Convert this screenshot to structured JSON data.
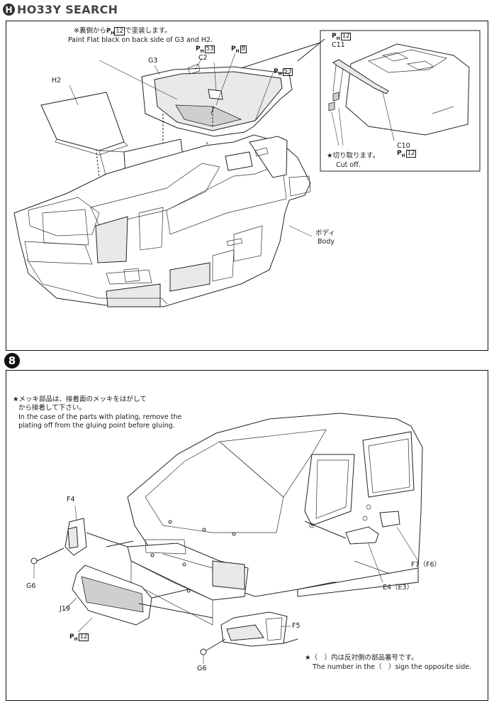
{
  "watermark": {
    "logo_letter": "H",
    "text": "HO33Y SEARCH"
  },
  "step7": {
    "paint_note_jp": "※裏側から",
    "paint_note_jp2": "で塗装します。",
    "paint_note_jp_code": "12",
    "paint_note_en": "Paint Flat black on back side of G3 and H2.",
    "labels": {
      "g3": "G3",
      "h2": "H2",
      "c2": "C2",
      "c11": "C11",
      "c10": "C10",
      "body_jp": "ボディ",
      "body_en": "Body"
    },
    "paint_codes": {
      "c2_code": "53",
      "mid_code": "8",
      "right_code": "53",
      "c11_code": "12",
      "c10_code": "12"
    },
    "cut_note_jp": "★切り取ります。",
    "cut_note_en": "Cut off."
  },
  "step8": {
    "badge": "8",
    "plating_note_jp1": "★メッキ部品は、接着面のメッキをはがして",
    "plating_note_jp2": "から接着して下さい。",
    "plating_note_en1": "In the case of the parts with plating, remove the",
    "plating_note_en2": "plating off from the gluing point before gluing.",
    "labels": {
      "f4": "F4",
      "g6_left": "G6",
      "j19": "J19",
      "j19_code": "12",
      "f5": "F5",
      "g6_bottom": "G6",
      "f7": "F7（F6）",
      "e4": "E4（E3）"
    },
    "opposite_note_jp": "★（　）内は反対側の部品番号です。",
    "opposite_note_en": "The number in the（　）sign the opposite side."
  }
}
